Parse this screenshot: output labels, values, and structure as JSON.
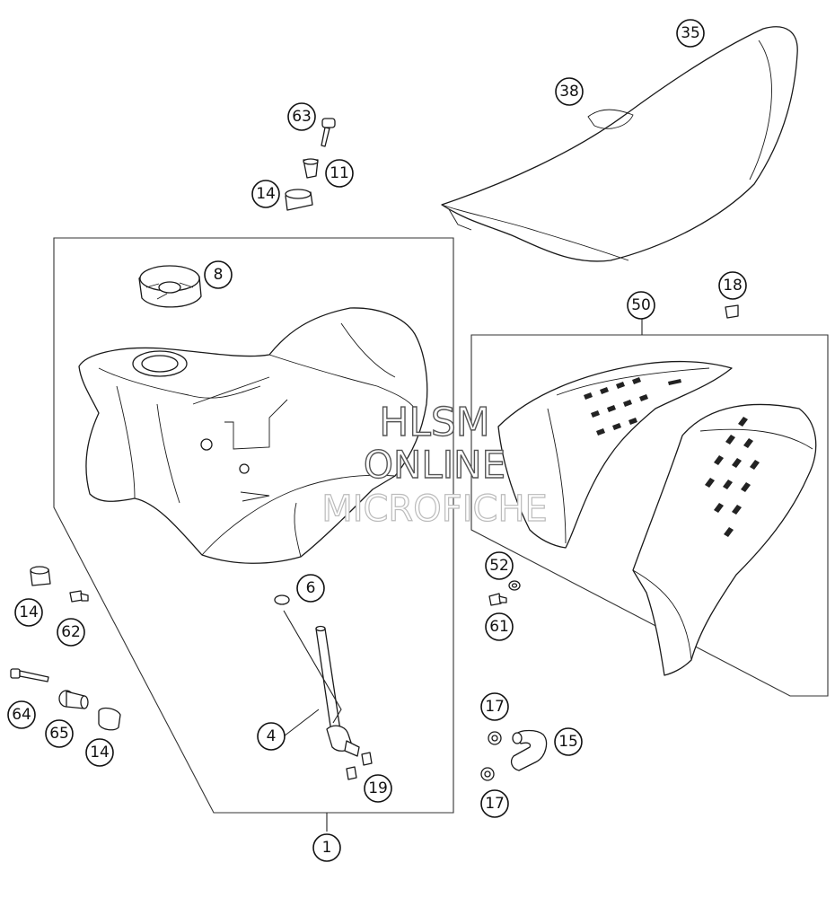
{
  "watermark": {
    "line1": "HLSM",
    "line2": "ONLINE",
    "line3": "MICROFICHE"
  },
  "callouts": [
    {
      "id": "c35",
      "label": "35"
    },
    {
      "id": "c38",
      "label": "38"
    },
    {
      "id": "c63",
      "label": "63"
    },
    {
      "id": "c11",
      "label": "11"
    },
    {
      "id": "c14a",
      "label": "14"
    },
    {
      "id": "c8",
      "label": "8"
    },
    {
      "id": "c18",
      "label": "18"
    },
    {
      "id": "c50",
      "label": "50"
    },
    {
      "id": "c6",
      "label": "6"
    },
    {
      "id": "c52",
      "label": "52"
    },
    {
      "id": "c61",
      "label": "61"
    },
    {
      "id": "c14b",
      "label": "14"
    },
    {
      "id": "c62",
      "label": "62"
    },
    {
      "id": "c64",
      "label": "64"
    },
    {
      "id": "c65",
      "label": "65"
    },
    {
      "id": "c14c",
      "label": "14"
    },
    {
      "id": "c4",
      "label": "4"
    },
    {
      "id": "c17a",
      "label": "17"
    },
    {
      "id": "c15",
      "label": "15"
    },
    {
      "id": "c19",
      "label": "19"
    },
    {
      "id": "c17b",
      "label": "17"
    },
    {
      "id": "c1",
      "label": "1"
    }
  ],
  "colors": {
    "line": "#1a1a1a",
    "background": "#ffffff",
    "watermark_stroke": "#555555"
  }
}
